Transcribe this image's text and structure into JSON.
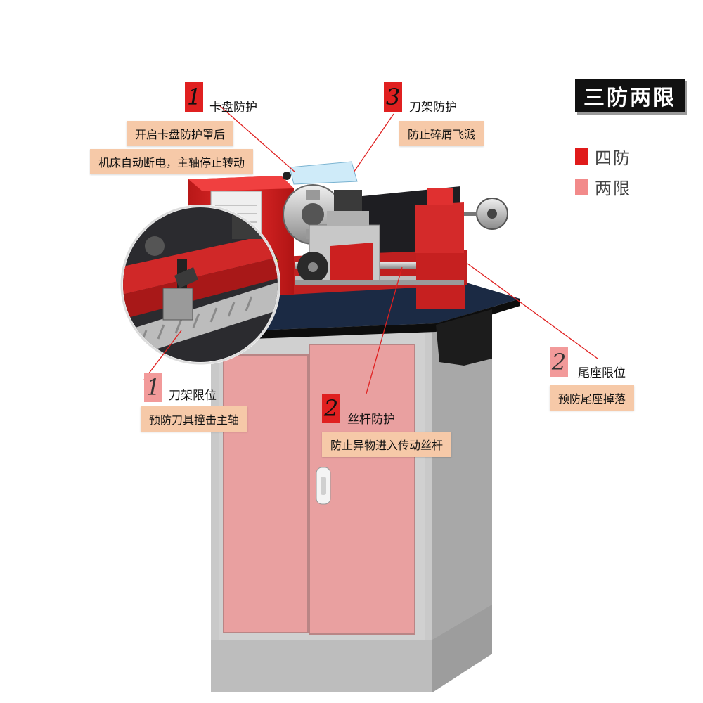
{
  "title": "三防两限",
  "legend": [
    {
      "label": "四防",
      "color": "#e01a1a"
    },
    {
      "label": "两限",
      "color": "#f28a8a"
    }
  ],
  "callouts": {
    "chuck": {
      "num": "1",
      "label": "卡盘防护",
      "desc1": "开启卡盘防护罩后",
      "desc2": "机床自动断电，主轴停止转动"
    },
    "toolpost_guard": {
      "num": "3",
      "label": "刀架防护",
      "desc": "防止碎屑飞溅"
    },
    "toolpost_limit": {
      "num": "1",
      "label": "刀架限位",
      "desc": "预防刀具撞击主轴"
    },
    "leadscrew": {
      "num": "2",
      "label": "丝杆防护",
      "desc": "防止异物进入传动丝杆"
    },
    "tailstock": {
      "num": "2",
      "label": "尾座限位",
      "desc": "预防尾座掉落"
    }
  },
  "colors": {
    "accent_red": "#e02020",
    "pink": "#f29a9a",
    "desc_bg": "#f6c9a8",
    "cabinet_gray": "#c9c9c9",
    "door_pink": "#e9a0a0"
  },
  "icons": [
    "lathe-machine-illustration",
    "zoom-detail-circle"
  ]
}
